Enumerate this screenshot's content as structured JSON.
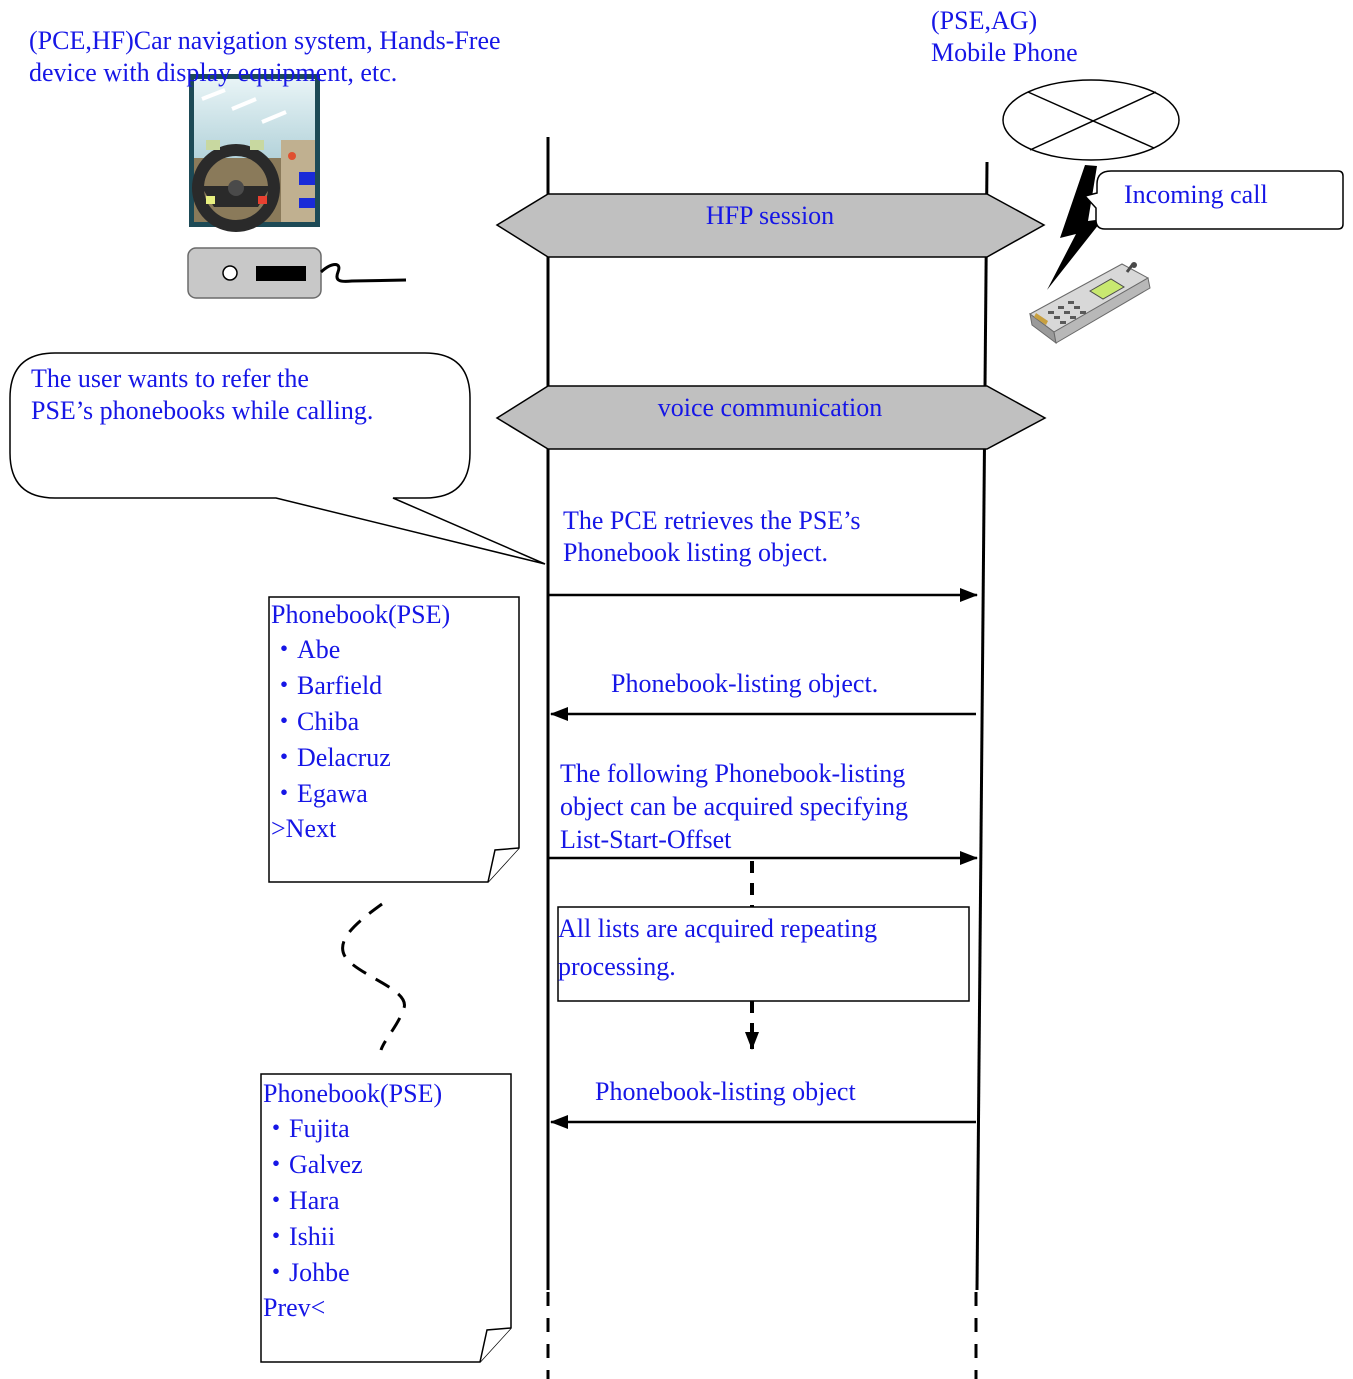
{
  "pce_label": {
    "line1": "(PCE,HF)Car navigation system, Hands-Free",
    "line2": "device with display equipment, etc."
  },
  "pse_label": {
    "line1": "(PSE,AG)",
    "line2": "Mobile Phone"
  },
  "incoming_call": "Incoming call",
  "hfp_session": "HFP session",
  "voice_communication": "voice communication",
  "user_bubble": {
    "line1": "The user wants to refer the",
    "line2": "PSE’s phonebooks while calling."
  },
  "step1": {
    "line1": "The PCE retrieves the PSE’s",
    "line2": "Phonebook listing object."
  },
  "response1": "Phonebook-listing object.",
  "step2": {
    "line1": "The following Phonebook-listing",
    "line2": "object can be acquired specifying",
    "line3": "List-Start-Offset"
  },
  "repeat_note": {
    "line1": "All lists are acquired repeating",
    "line2": "processing."
  },
  "response2": "Phonebook-listing object",
  "phonebook1": {
    "title": "Phonebook(PSE)",
    "entries": [
      "・Abe",
      "・Barfield",
      "・Chiba",
      "・Delacruz",
      "・Egawa"
    ],
    "nav": ">Next"
  },
  "phonebook2": {
    "title": "Phonebook(PSE)",
    "entries": [
      "・Fujita",
      "・Galvez",
      "・Hara",
      "・Ishii",
      "・Johbe"
    ],
    "nav": "Prev<"
  },
  "colors": {
    "text": "#1616e6",
    "band_fill": "#c0c0c0",
    "line": "#000000"
  }
}
